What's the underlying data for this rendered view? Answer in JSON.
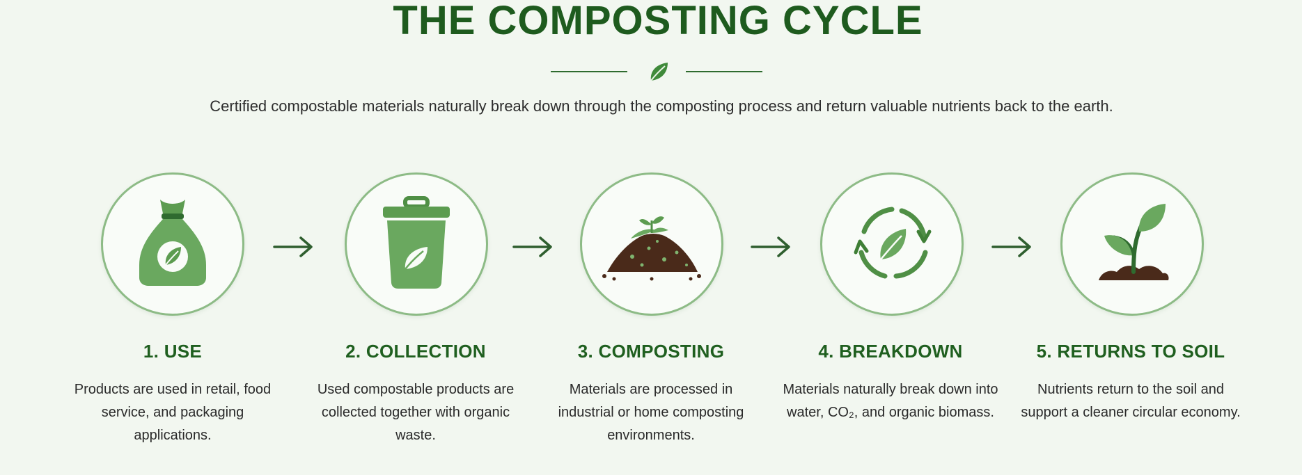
{
  "title": "THE COMPOSTING CYCLE",
  "subtitle": "Certified compostable materials naturally break down through the composting process and return valuable nutrients back to the earth.",
  "colors": {
    "dark_green": "#1e5b1e",
    "mid_green": "#5c9c50",
    "light_green": "#8dbb86",
    "soil_brown": "#4a2a1a",
    "background": "#f2f7f0"
  },
  "steps": [
    {
      "title": "1. USE",
      "icon": "compostable-bag-icon",
      "description": "Products are used in retail, food service, and packaging applications."
    },
    {
      "title": "2. COLLECTION",
      "icon": "compost-bin-icon",
      "description": "Used compostable products are collected together with organic waste."
    },
    {
      "title": "3. COMPOSTING",
      "icon": "compost-pile-icon",
      "description": "Materials are processed in industrial or home composting environments."
    },
    {
      "title": "4. BREAKDOWN",
      "icon": "cycle-leaf-icon",
      "description": "Materials naturally break down into water, CO₂, and organic biomass."
    },
    {
      "title": "5. RETURNS TO SOIL",
      "icon": "sprout-icon",
      "description": "Nutrients return to the soil and support a cleaner circular economy."
    }
  ]
}
